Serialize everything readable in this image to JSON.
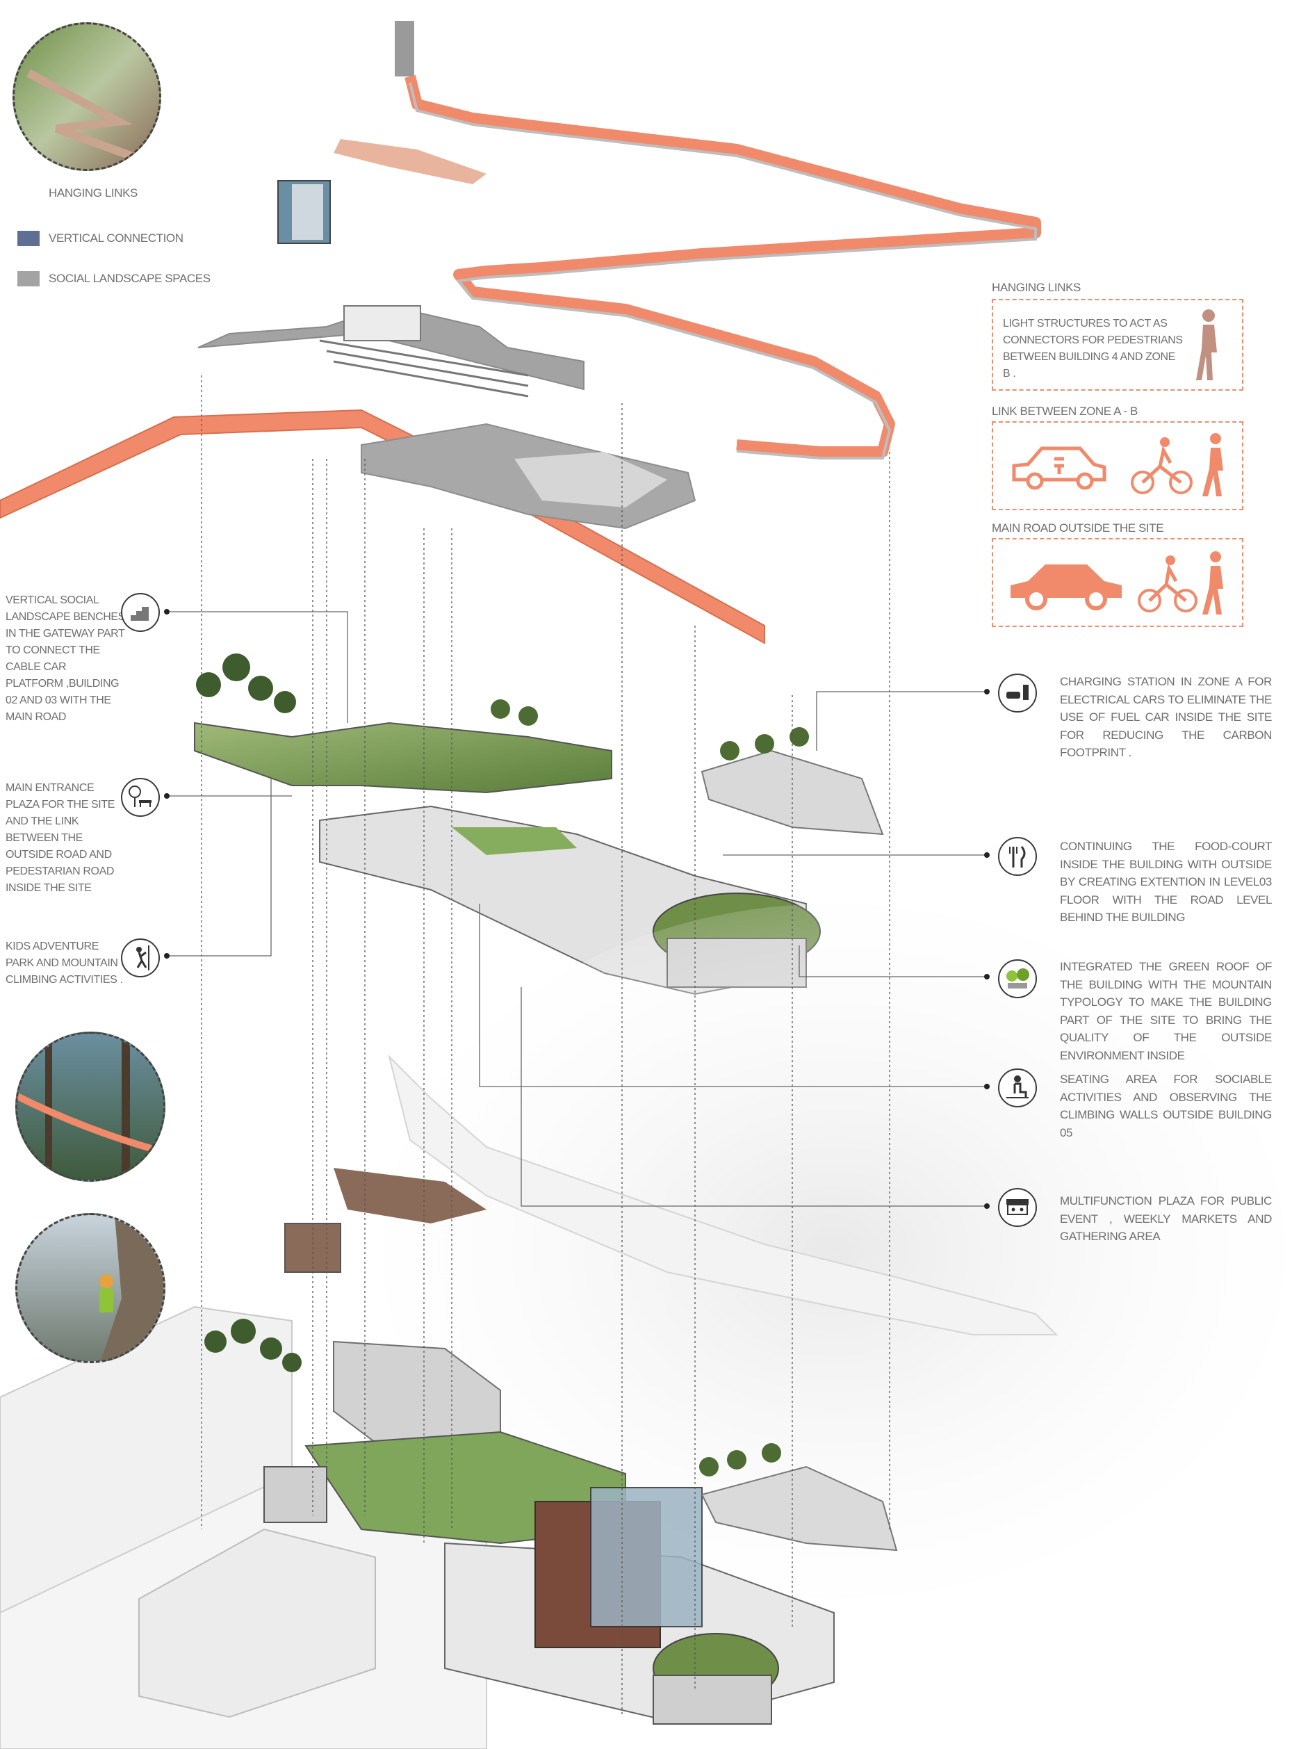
{
  "legend": {
    "items": [
      {
        "label": "HANGING LINKS",
        "color": ""
      },
      {
        "label": "VERTICAL CONNECTION",
        "color": "#5f6f94"
      },
      {
        "label": "SOCIAL LANDSCAPE SPACES",
        "color": "#a3a3a3"
      }
    ]
  },
  "mode_boxes": [
    {
      "title": "HANGING LINKS",
      "text": "LIGHT STRUCTURES TO ACT AS CONNECTORS FOR PEDESTRIANS BETWEEN BUILDING 4 AND ZONE B ."
    },
    {
      "title": "LINK BETWEEN ZONE A - B"
    },
    {
      "title": "MAIN ROAD OUTSIDE THE SITE"
    }
  ],
  "left_annotations": [
    {
      "text": "VERTICAL SOCIAL LANDSCAPE BENCHES IN THE GATEWAY PART TO CONNECT THE CABLE CAR PLATFORM ,BUILDING 02 AND 03 WITH THE MAIN ROAD",
      "icon": "stairs-benches-icon"
    },
    {
      "text": "MAIN ENTRANCE PLAZA FOR THE SITE AND THE LINK BETWEEN THE OUTSIDE ROAD AND PEDESTARIAN ROAD INSIDE THE SITE",
      "icon": "bench-tree-icon"
    },
    {
      "text": "KIDS ADVENTURE PARK AND MOUNTAIN CLIMBING ACTIVITIES .",
      "icon": "climber-icon"
    }
  ],
  "right_annotations": [
    {
      "text": "CHARGING STATION IN ZONE A FOR ELECTRICAL CARS TO ELIMINATE THE USE OF FUEL CAR INSIDE THE SITE FOR REDUCING THE CARBON FOOTPRINT .",
      "icon": "ev-charging-icon"
    },
    {
      "text": "CONTINUING THE FOOD-COURT INSIDE THE BUILDING WITH OUTSIDE BY CREATING EXTENTION IN LEVEL03 FLOOR WITH THE ROAD LEVEL BEHIND THE BUILDING",
      "icon": "fork-knife-icon"
    },
    {
      "text": "INTEGRATED THE GREEN ROOF OF THE BUILDING WITH THE MOUNTAIN TYPOLOGY TO MAKE THE BUILDING PART OF THE SITE TO BRING THE QUALITY OF THE OUTSIDE ENVIRONMENT INSIDE",
      "icon": "green-roof-icon"
    },
    {
      "text": "SEATING AREA FOR SOCIABLE ACTIVITIES AND OBSERVING THE CLIMBING WALLS OUTSIDE BUILDING 05",
      "icon": "seated-person-icon"
    },
    {
      "text": "MULTIFUNCTION PLAZA FOR PUBLIC EVENT , WEEKLY MARKETS AND GATHERING AREA",
      "icon": "market-stall-icon"
    }
  ],
  "colors": {
    "accent": "#f08a6a",
    "accent_dark": "#d86e4e",
    "grey_mass": "#a3a3a3",
    "green": "#7fa65a",
    "vertical": "#5f6f94"
  }
}
